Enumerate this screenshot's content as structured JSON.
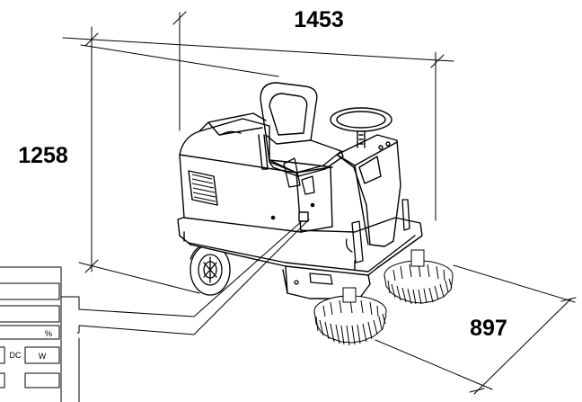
{
  "dimensions": {
    "length": "1453",
    "height": "1258",
    "width": "897"
  },
  "data_plate": {
    "percent_unit": "%",
    "current_type": "DC",
    "power_unit": "W"
  }
}
